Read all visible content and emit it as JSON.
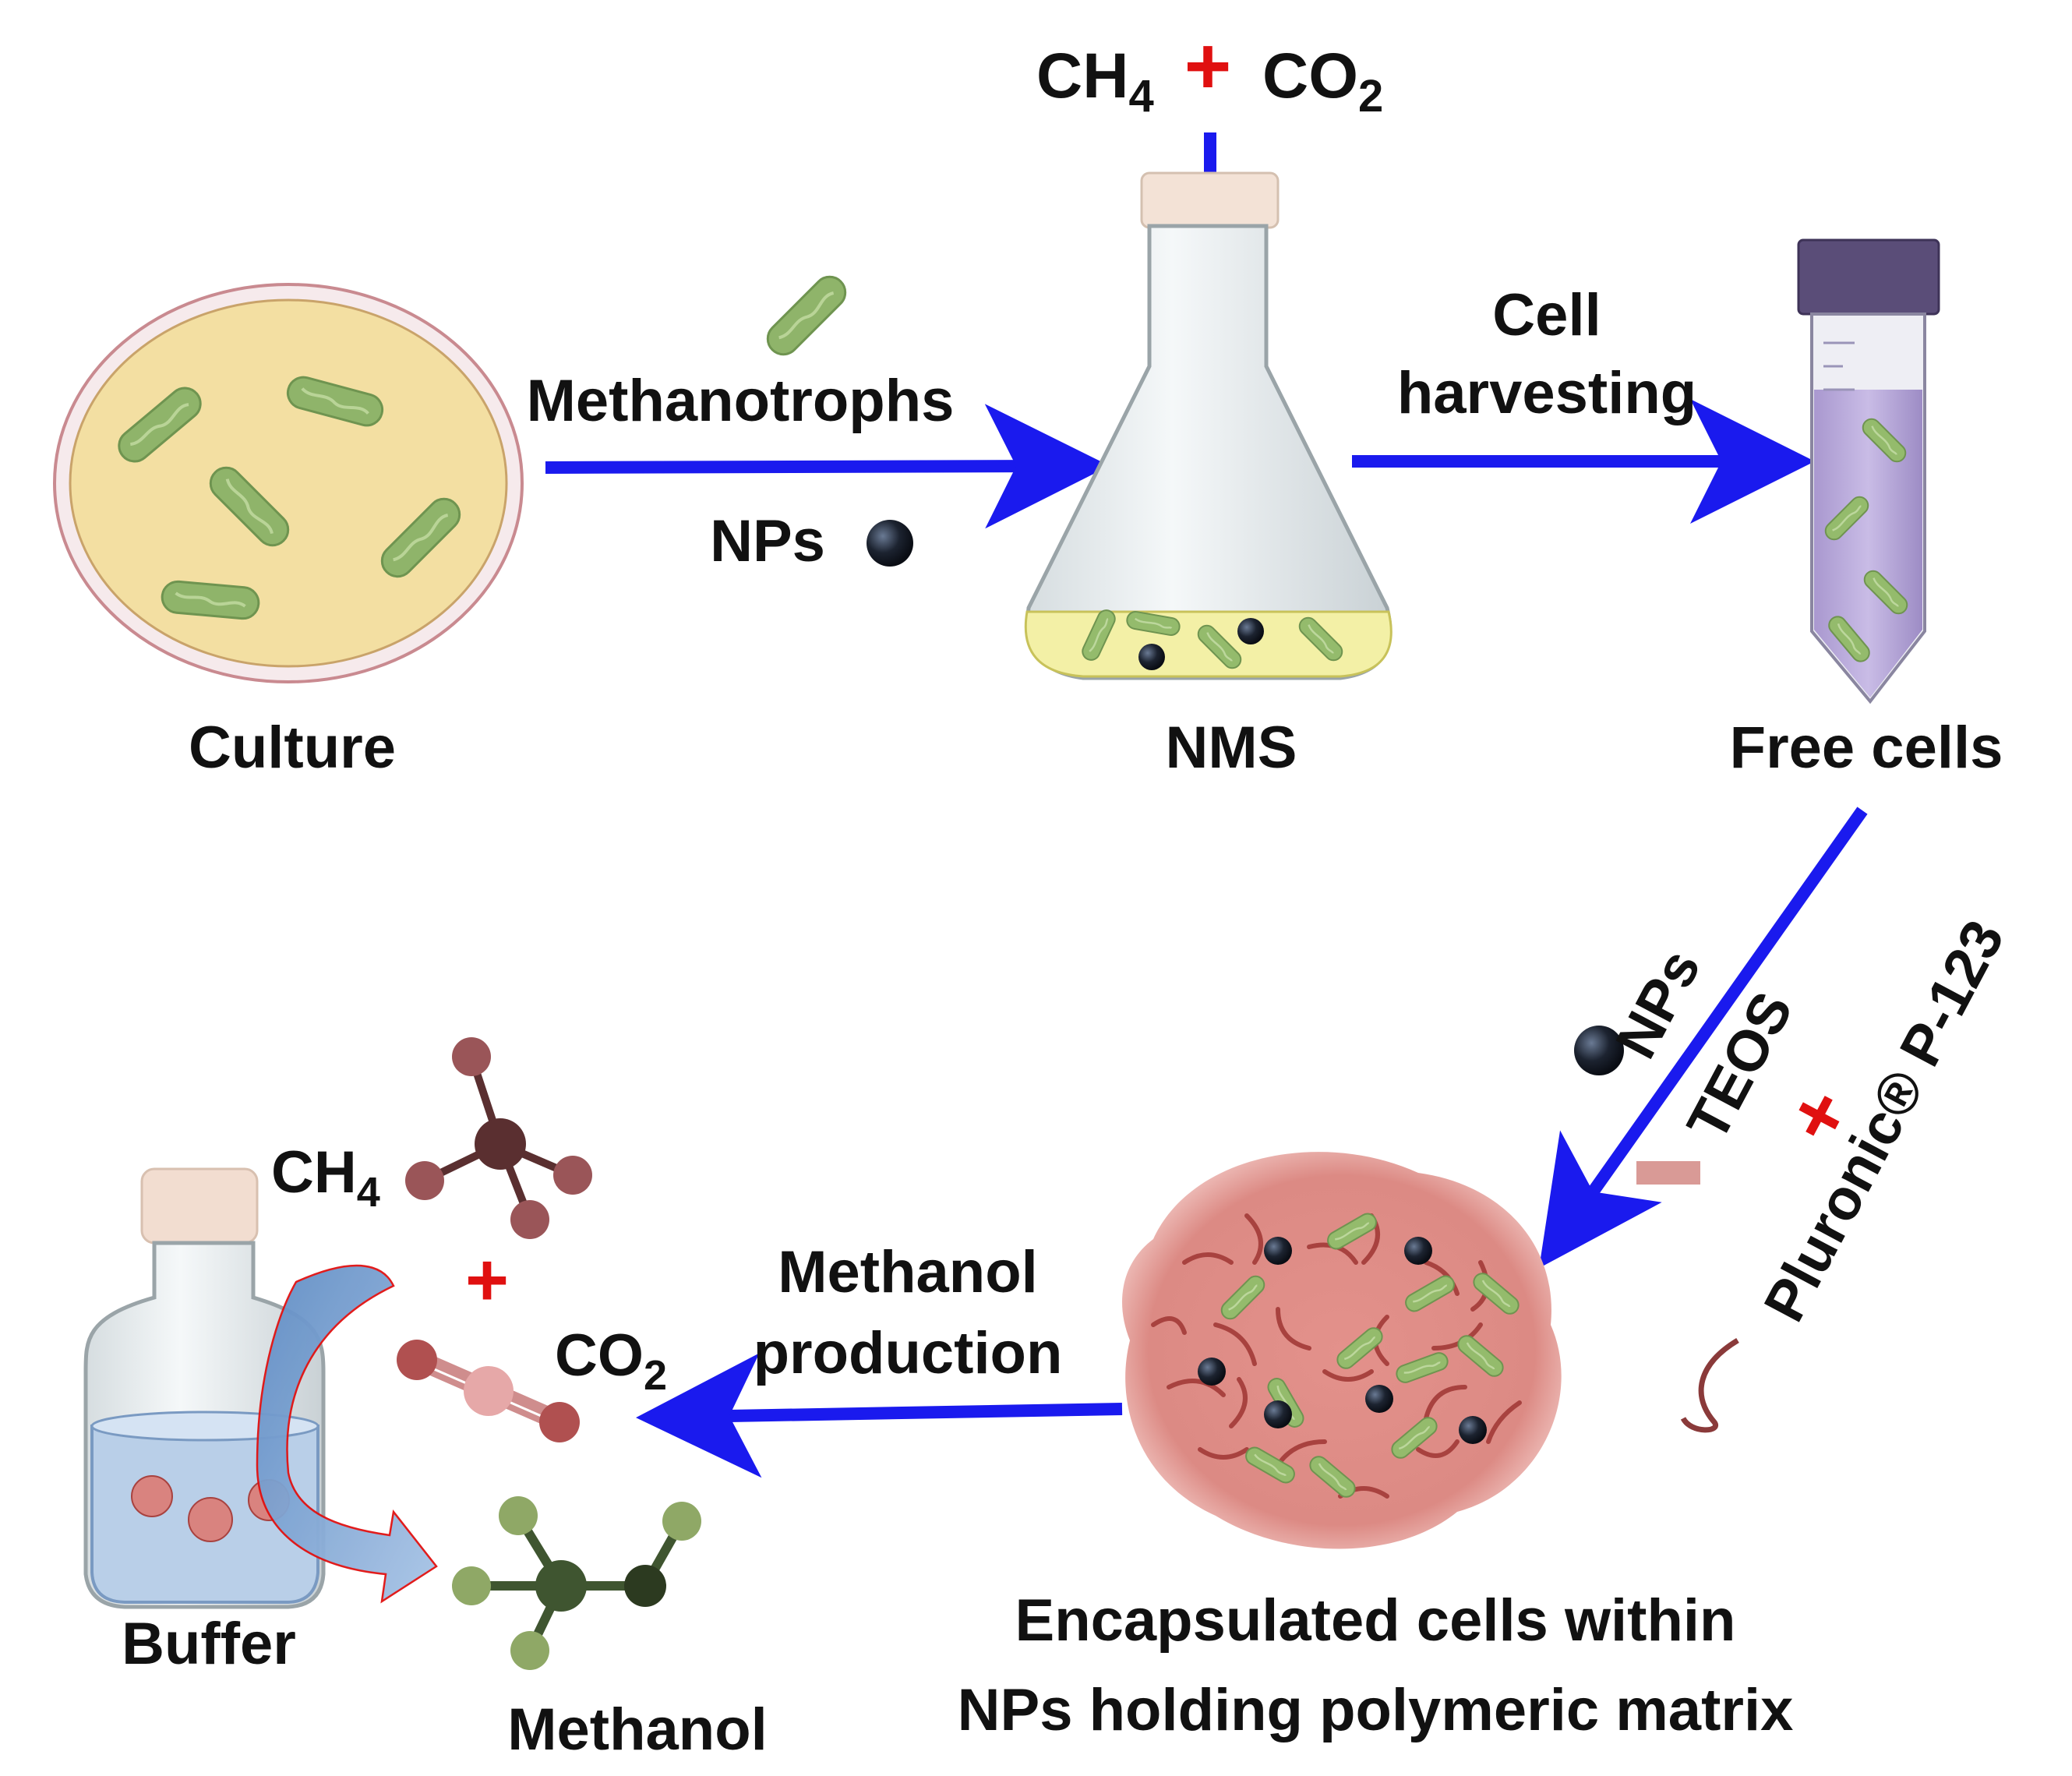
{
  "stages": {
    "culture": "Culture",
    "nms": "NMS",
    "free_cells": "Free cells",
    "buffer": "Buffer",
    "methanol": "Methanol",
    "encapsulated_line1": "Encapsulated cells within",
    "encapsulated_line2": "NPs holding polymeric matrix"
  },
  "inputs": {
    "gas_top": {
      "ch4_base": "CH",
      "ch4_sub": "4",
      "plus": "+",
      "co2_base": "CO",
      "co2_sub": "2"
    },
    "methanotrophs": "Methanotrophs",
    "nps": "NPs"
  },
  "steps": {
    "cell_harvesting_line1": "Cell",
    "cell_harvesting_line2": "harvesting",
    "methanol_production_line1": "Methanol",
    "methanol_production_line2": "production"
  },
  "encapsulation": {
    "nps": "NPs",
    "minus": "−",
    "teos": "TEOS",
    "plus": "+",
    "pluronic": "Pluronic® P-123"
  },
  "reaction": {
    "ch4_base": "CH",
    "ch4_sub": "4",
    "plus": "+",
    "co2_base": "CO",
    "co2_sub": "2"
  },
  "colors": {
    "arrow": "#1a1aee",
    "plus": "#e01010",
    "bacteria": "#8fb46a",
    "culture_fill": "#f3dfa2",
    "matrix": "#d9837f",
    "np": "#1c2330",
    "tube_liquid": "#b7a6d6",
    "tube_cap": "#5a4d78"
  }
}
